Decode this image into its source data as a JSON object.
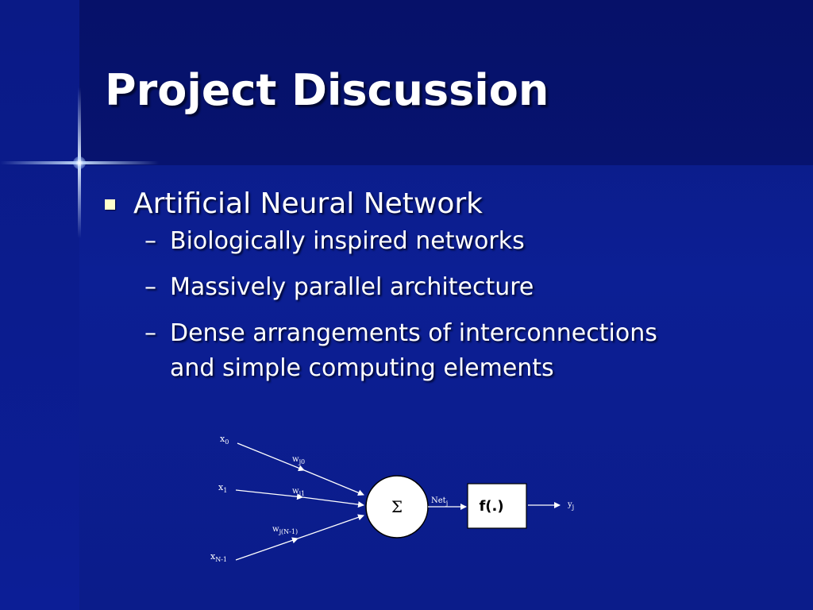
{
  "slide": {
    "title": "Project Discussion",
    "bullet": {
      "text": "Artificial Neural Network",
      "sub_items": [
        {
          "dash": "–",
          "line1": "Biologically inspired networks",
          "line2": ""
        },
        {
          "dash": "–",
          "line1": "Massively parallel architecture",
          "line2": ""
        },
        {
          "dash": "–",
          "line1": "Dense arrangements of interconnections",
          "line2": "and simple computing elements"
        }
      ]
    }
  },
  "diagram": {
    "inputs": [
      {
        "base": "x",
        "sub": "0"
      },
      {
        "base": "x",
        "sub": "1"
      },
      {
        "base": "x",
        "sub": "N-1"
      }
    ],
    "weights": [
      {
        "base": "w",
        "sub": "j0"
      },
      {
        "base": "w",
        "sub": "j1"
      },
      {
        "base": "w",
        "sub": "j(N-1)"
      }
    ],
    "summation_symbol": "Σ",
    "net_label": {
      "base": "Net",
      "sub": "j"
    },
    "function_label": "f(.)",
    "output_label": {
      "base": "y",
      "sub": "j"
    }
  },
  "colors": {
    "background": "#0c1f94",
    "header_band": "#061169",
    "text": "#ffffff",
    "bullet_marker": "#ffffcc"
  }
}
